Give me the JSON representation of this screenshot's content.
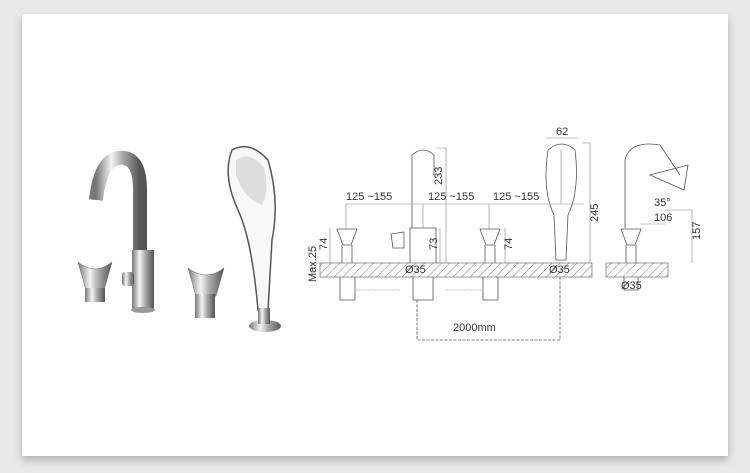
{
  "product": {
    "photo_parts": [
      "spout",
      "left-handle",
      "right-handle",
      "hand-shower"
    ]
  },
  "drawing": {
    "spacing_1": "125 ~155",
    "spacing_2": "125 ~155",
    "spacing_3": "125 ~155",
    "spout_height": "233",
    "handle_height_left": "74",
    "spout_base_height": "73",
    "handle_height_right": "74",
    "deck_thickness": "Max.25",
    "hole_dia_spout": "Ø35",
    "hole_dia_shower": "Ø35",
    "hole_dia_side": "Ø35",
    "shower_width": "62",
    "shower_length": "245",
    "hose_length": "2000mm",
    "spout_angle": "35°",
    "spout_reach": "106",
    "side_height": "157"
  },
  "colors": {
    "background": "#e9e9e9",
    "card": "#ffffff",
    "line": "#555555"
  }
}
